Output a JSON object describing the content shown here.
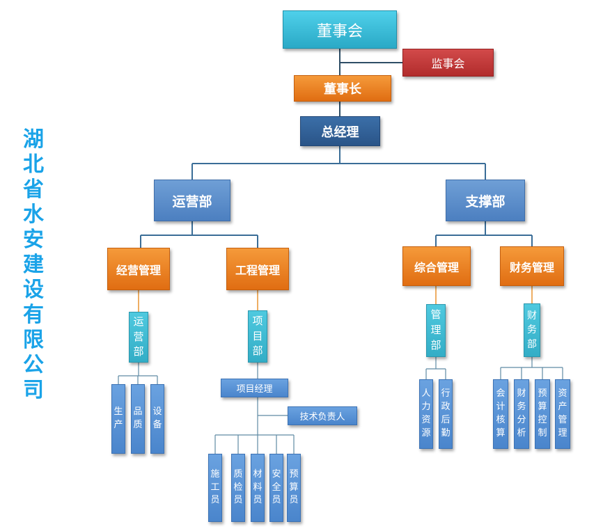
{
  "company_name": "湖北省水安建设有限公司",
  "board": "董事会",
  "supervisory_board": "监事会",
  "chairman": "董事长",
  "general_manager": "总经理",
  "operations_dept": {
    "name": "运营部",
    "business_mgmt": {
      "name": "经营管理",
      "unit": "运营部",
      "staff": [
        "生产",
        "品质",
        "设备"
      ]
    },
    "engineering_mgmt": {
      "name": "工程管理",
      "unit": "项目部",
      "project_manager": "项目经理",
      "technical_lead": "技术负责人",
      "staff": [
        "施工员",
        "质检员",
        "材料员",
        "安全员",
        "预算员"
      ]
    }
  },
  "support_dept": {
    "name": "支撑部",
    "general_mgmt": {
      "name": "综合管理",
      "unit": "管理部",
      "staff": [
        "人力资源",
        "行政后勤"
      ]
    },
    "finance_mgmt": {
      "name": "财务管理",
      "unit": "财务部",
      "staff": [
        "会计核算",
        "财务分析",
        "预算控制",
        "资产管理"
      ]
    }
  }
}
